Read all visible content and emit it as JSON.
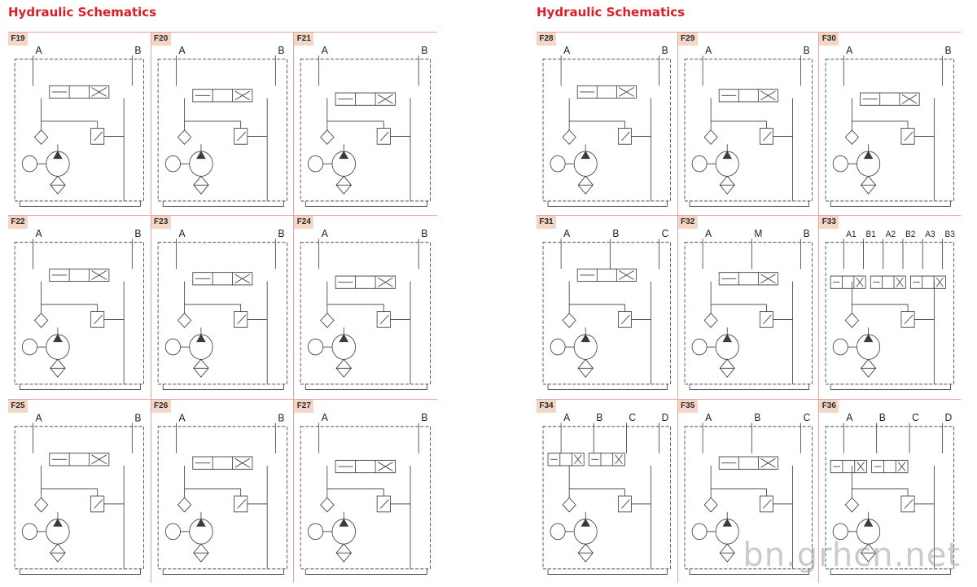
{
  "left_title": "Hydraulic Schematics",
  "right_title": "Hydraulic Schematics",
  "watermark": "bn.grhcn.net",
  "colors": {
    "title": "#d92027",
    "rule": "#e6a6a0",
    "tag_bg": "#f4d6c6",
    "line": "#3a3a3a"
  },
  "left_panels": [
    {
      "tag": "F19",
      "ports": [
        "A",
        "B"
      ]
    },
    {
      "tag": "F20",
      "ports": [
        "A",
        "B"
      ]
    },
    {
      "tag": "F21",
      "ports": [
        "A",
        "B"
      ]
    },
    {
      "tag": "F22",
      "ports": [
        "A",
        "B"
      ]
    },
    {
      "tag": "F23",
      "ports": [
        "A",
        "B"
      ]
    },
    {
      "tag": "F24",
      "ports": [
        "A",
        "B"
      ]
    },
    {
      "tag": "F25",
      "ports": [
        "A",
        "B"
      ]
    },
    {
      "tag": "F26",
      "ports": [
        "A",
        "B"
      ]
    },
    {
      "tag": "F27",
      "ports": [
        "A",
        "B"
      ]
    }
  ],
  "right_panels": [
    {
      "tag": "F28",
      "ports": [
        "A",
        "B"
      ]
    },
    {
      "tag": "F29",
      "ports": [
        "A",
        "B"
      ]
    },
    {
      "tag": "F30",
      "ports": [
        "A",
        "B"
      ]
    },
    {
      "tag": "F31",
      "ports": [
        "A",
        "B",
        "C"
      ]
    },
    {
      "tag": "F32",
      "ports": [
        "A",
        "M",
        "B"
      ]
    },
    {
      "tag": "F33",
      "ports": [
        "A1",
        "B1",
        "A2",
        "B2",
        "A3",
        "B3"
      ]
    },
    {
      "tag": "F34",
      "ports": [
        "A",
        "B",
        "C",
        "D"
      ]
    },
    {
      "tag": "F35",
      "ports": [
        "A",
        "B",
        "C"
      ]
    },
    {
      "tag": "F36",
      "ports": [
        "A",
        "B",
        "C",
        "D"
      ]
    }
  ]
}
